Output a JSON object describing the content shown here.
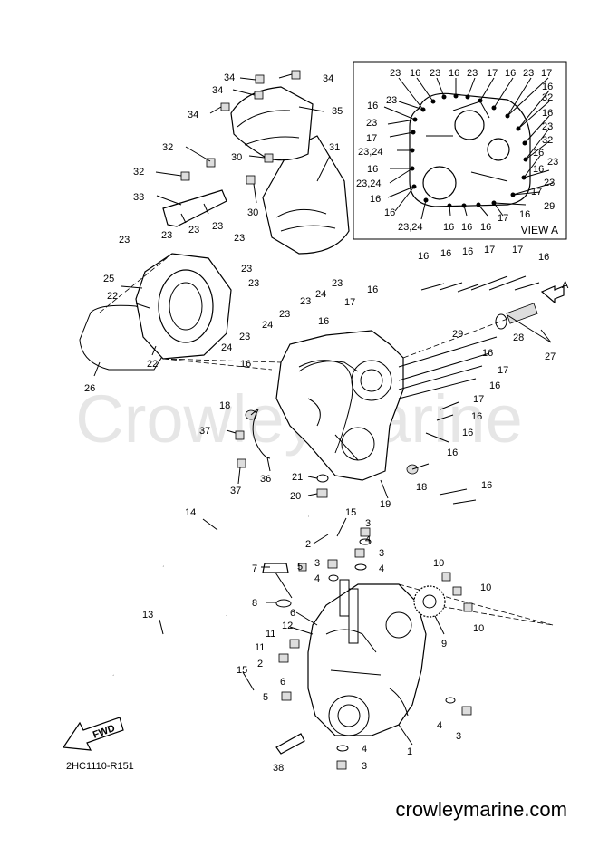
{
  "view_a_title": "VIEW A",
  "arrow_label": "A",
  "fwd_label": "FWD",
  "diagram_code": "2HC1110-R151",
  "watermark": "CrowleyMarine",
  "footer": "crowleymarine.com",
  "callouts": {
    "c1": "34",
    "c2": "34",
    "c3": "34",
    "c4": "34",
    "c5": "35",
    "c6": "32",
    "c7": "32",
    "c8": "33",
    "c9": "30",
    "c10": "30",
    "c11": "31",
    "c12": "23",
    "c13": "23",
    "c14": "23",
    "c15": "23",
    "c16": "23",
    "c17": "23",
    "c18": "23",
    "c19": "23",
    "c20": "23",
    "c21": "23",
    "c22": "23",
    "c23": "25",
    "c24": "22",
    "c25": "22",
    "c26": "24",
    "c27": "24",
    "c28": "24",
    "c29": "26",
    "c30": "16",
    "c31": "16",
    "c32": "16",
    "c33": "17",
    "c34": "17",
    "c35": "16",
    "c36": "16",
    "c37": "17",
    "c38": "16",
    "c39": "29",
    "c40": "16",
    "c41": "28",
    "c42": "27",
    "c43": "17",
    "c44": "17",
    "c45": "16",
    "c46": "16",
    "c47": "16",
    "c48": "16",
    "c49": "16",
    "c50": "16",
    "c51": "18",
    "c52": "18",
    "c53": "37",
    "c54": "36",
    "c55": "37",
    "c56": "21",
    "c57": "20",
    "c58": "19",
    "c59": "14",
    "c60": "15",
    "c61": "2",
    "c62": "3",
    "c63": "4",
    "c64": "3",
    "c65": "4",
    "c66": "3",
    "c67": "4",
    "c68": "7",
    "c69": "5",
    "c70": "8",
    "c71": "6",
    "c72": "13",
    "c73": "12",
    "c74": "11",
    "c75": "11",
    "c76": "2",
    "c77": "15",
    "c78": "6",
    "c79": "5",
    "c80": "10",
    "c81": "10",
    "c82": "10",
    "c83": "9",
    "c84": "4",
    "c85": "3",
    "c86": "1",
    "c87": "4",
    "c88": "38",
    "c89": "3"
  },
  "view_a_callouts": {
    "v1": "23",
    "v2": "16",
    "v3": "23",
    "v4": "16",
    "v5": "23",
    "v6": "17",
    "v7": "16",
    "v8": "23",
    "v9": "17",
    "v10": "16",
    "v11": "16",
    "v12": "23",
    "v13": "32",
    "v14": "23",
    "v15": "16",
    "v16": "23",
    "v17": "17",
    "v18": "32",
    "v19": "23,24",
    "v20": "16",
    "v21": "16",
    "v22": "23",
    "v23": "23,24",
    "v24": "17",
    "v25": "16",
    "v26": "29",
    "v27": "16",
    "v28": "17",
    "v29": "16",
    "v30": "16",
    "v31": "23,24",
    "v32": "16",
    "v33": "16",
    "v34": "16",
    "v35": "23"
  }
}
